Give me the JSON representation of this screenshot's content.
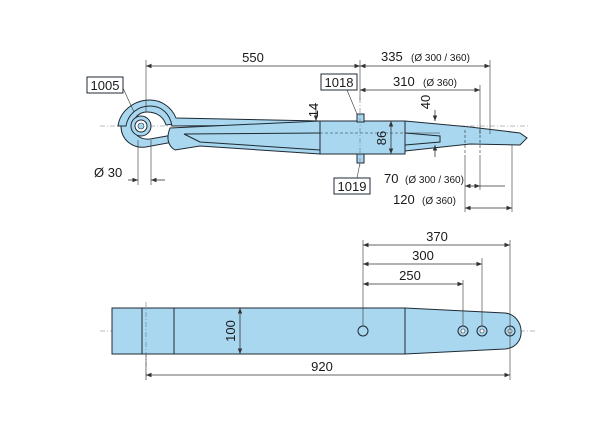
{
  "side_view": {
    "dim_550": "550",
    "dim_335": "335",
    "dim_335_note": "(Ø 300 / 360)",
    "dim_310": "310",
    "dim_310_note": "(Ø 360)",
    "dim_14": "14",
    "dim_40": "40",
    "dim_86": "86",
    "dim_dia30": "Ø 30",
    "dim_70": "70",
    "dim_70_note": "(Ø 300 / 360)",
    "dim_120": "120",
    "dim_120_note": "(Ø 360)",
    "part_1005": "1005",
    "part_1018": "1018",
    "part_1019": "1019"
  },
  "top_view": {
    "dim_370": "370",
    "dim_300": "300",
    "dim_250": "250",
    "dim_100": "100",
    "dim_920": "920"
  },
  "colors": {
    "part_fill": "#a9d7ef",
    "outline": "#1e2a33",
    "background": "#ffffff"
  }
}
